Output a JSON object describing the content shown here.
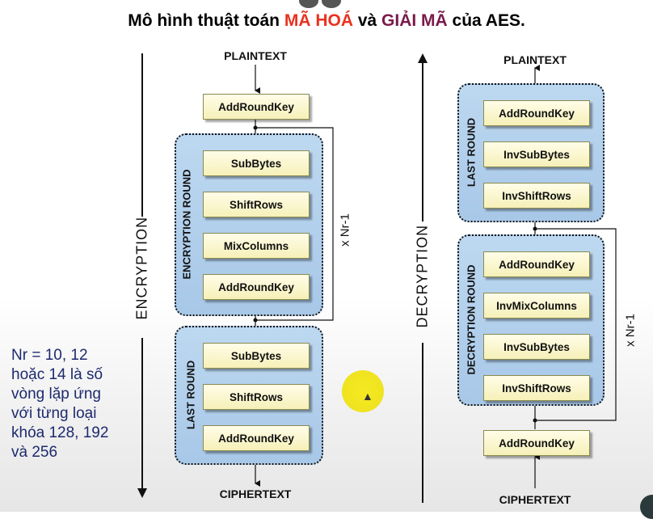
{
  "title": {
    "prefix": "Mô hình thuật toán ",
    "encrypt_word": "MÃ HOÁ",
    "middle": " và ",
    "decrypt_word": "GIẢI MÃ",
    "suffix": " của AES."
  },
  "encryption": {
    "side_label": "ENCRYPTION",
    "input": "PLAINTEXT",
    "output": "CIPHERTEXT",
    "initial_step": "AddRoundKey",
    "round_label": "ENCRYPTION ROUND",
    "round_steps": [
      "SubBytes",
      "ShiftRows",
      "MixColumns",
      "AddRoundKey"
    ],
    "repeat_label": "x Nr-1",
    "last_round_label": "LAST ROUND",
    "last_round_steps": [
      "SubBytes",
      "ShiftRows",
      "AddRoundKey"
    ]
  },
  "decryption": {
    "side_label": "DECRYPTION",
    "input": "CIPHERTEXT",
    "output": "PLAINTEXT",
    "initial_step": "AddRoundKey",
    "round_label": "DECRYPTION ROUND",
    "round_steps": [
      "AddRoundKey",
      "InvMixColumns",
      "InvSubBytes",
      "InvShiftRows"
    ],
    "repeat_label": "x Nr-1",
    "last_round_label": "LAST ROUND",
    "last_round_steps": [
      "AddRoundKey",
      "InvSubBytes",
      "InvShiftRows"
    ]
  },
  "note": "Nr = 10, 12 hoặc 14 là số vòng lặp ứng với từng loại khóa 128, 192 và 256",
  "colors": {
    "encrypt_word": "#e8321e",
    "decrypt_word": "#7a1a4a",
    "note_text": "#1d2a6e",
    "round_fill": "#b3d0ec",
    "step_fill": "#f8f2c0"
  }
}
